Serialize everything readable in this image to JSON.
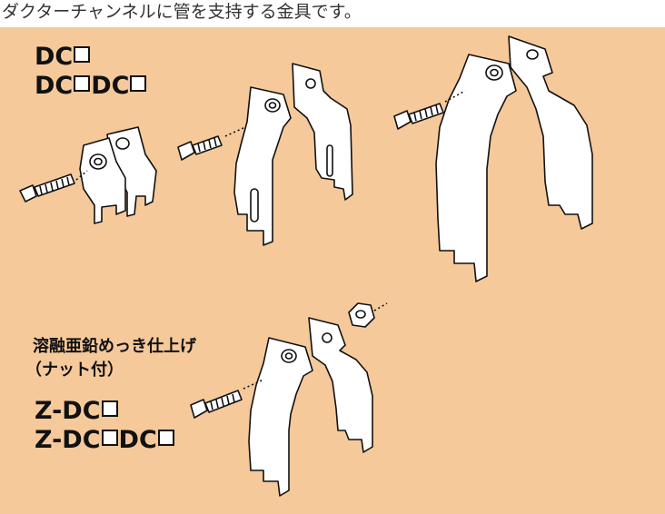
{
  "caption": "ダクターチャンネルに管を支持する金具です。",
  "colors": {
    "panel_bg": "#f5c99a",
    "part_fill": "#ffffff",
    "line": "#111111"
  },
  "standard": {
    "model_line1_prefix": "DC",
    "model_line2_prefix": "DC",
    "model_line2_mid": "DC"
  },
  "galvanized": {
    "finish_label": "溶融亜鉛めっき仕上げ",
    "nut_note": "（ナット付）",
    "model_line1_prefix": "Z-DC",
    "model_line2_prefix": "Z-DC",
    "model_line2_mid": "DC"
  },
  "illustrations": [
    "small-clamp-with-bolt",
    "medium-clamp-with-bolt",
    "large-clamp-with-bolt",
    "galvanized-clamp-with-bolt-and-nut"
  ]
}
